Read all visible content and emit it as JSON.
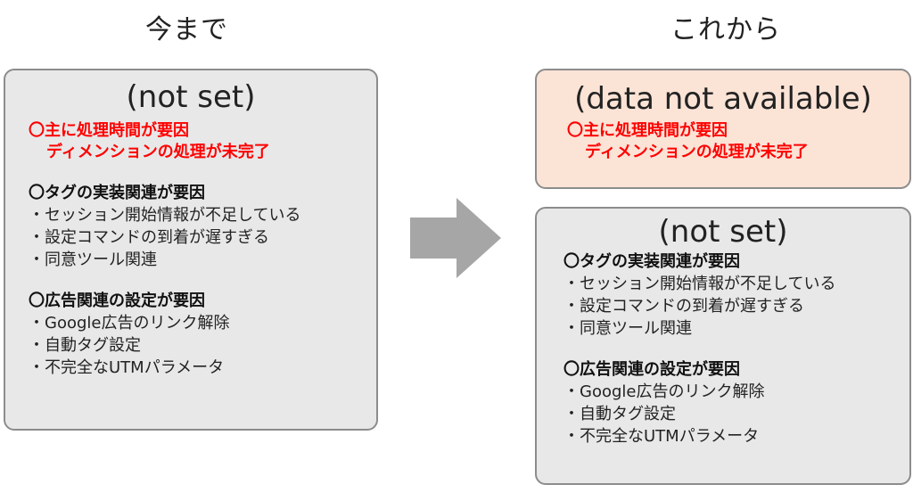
{
  "headings": {
    "before": "今まで",
    "after": "これから"
  },
  "left_box": {
    "title": "(not set)",
    "red_line1": "〇主に処理時間が要因",
    "red_line2": "ディメンションの処理が未完了",
    "section1_title": "〇タグの実装関連が要因",
    "section1_items": [
      "・セッション開始情報が不足している",
      "・設定コマンドの到着が遅すぎる",
      "・同意ツール関連"
    ],
    "section2_title": "〇広告関連の設定が要因",
    "section2_items": [
      "・Google広告のリンク解除",
      "・自動タグ設定",
      "・不完全なUTMパラメータ"
    ]
  },
  "right_top_box": {
    "title": "(data not available)",
    "red_line1": "〇主に処理時間が要因",
    "red_line2": "ディメンションの処理が未完了"
  },
  "right_bottom_box": {
    "title": "(not set)",
    "section1_title": "〇タグの実装関連が要因",
    "section1_items": [
      "・セッション開始情報が不足している",
      "・設定コマンドの到着が遅すぎる",
      "・同意ツール関連"
    ],
    "section2_title": "〇広告関連の設定が要因",
    "section2_items": [
      "・Google広告のリンク解除",
      "・自動タグ設定",
      "・不完全なUTMパラメータ"
    ]
  },
  "colors": {
    "box_gray": "#e8e8e8",
    "box_pink": "#fbe3d6",
    "arrow": "#a6a6a6",
    "accent_red": "#ff0000"
  }
}
